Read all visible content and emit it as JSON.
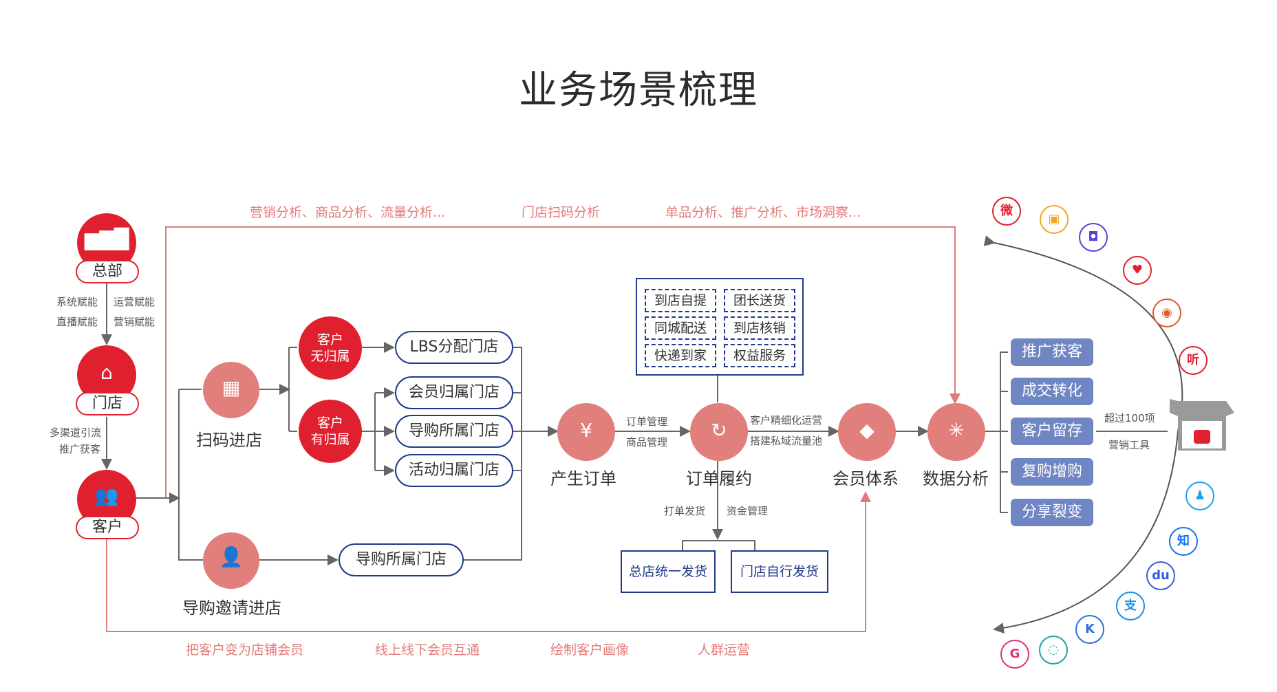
{
  "title": "业务场景梳理",
  "hierarchy": {
    "hq": "总部",
    "store": "门店",
    "customer": "客户",
    "hq_to_store_left": [
      "系统赋能",
      "直播赋能"
    ],
    "hq_to_store_right": [
      "运营赋能",
      "营销赋能"
    ],
    "store_to_customer": [
      "多渠道引流",
      "推广获客"
    ]
  },
  "top_annotations": [
    "营销分析、商品分析、流量分析...",
    "门店扫码分析",
    "单品分析、推广分析、市场洞察..."
  ],
  "bottom_annotations": [
    "把客户变为店铺会员",
    "线上线下会员互通",
    "绘制客户画像",
    "人群运营"
  ],
  "entry": {
    "scan": "扫码进店",
    "invite": "导购邀请进店",
    "no_owner": [
      "客户",
      "无归属"
    ],
    "has_owner": [
      "客户",
      "有归属"
    ]
  },
  "assign": {
    "lbs": "LBS分配门店",
    "member": "会员归属门店",
    "guide": "导购所属门店",
    "activity": "活动归属门店",
    "invite_store": "导购所属门店"
  },
  "flow": {
    "order": "产生订单",
    "fulfill": "订单履约",
    "member": "会员体系",
    "analysis": "数据分析",
    "order_notes": [
      "订单管理",
      "商品管理"
    ],
    "fulfill_notes": [
      "客户精细化运营",
      "搭建私域流量池"
    ],
    "below_notes": [
      "打单发货",
      "资金管理"
    ]
  },
  "delivery_modes": [
    "到店自提",
    "团长送货",
    "同城配送",
    "到店核销",
    "快递到家",
    "权益服务"
  ],
  "shipping": [
    "总店统一发货",
    "门店自行发货"
  ],
  "channels": [
    "推广获客",
    "成交转化",
    "客户留存",
    "复购增购",
    "分享裂变"
  ],
  "tools": [
    "超过100项",
    "营销工具"
  ],
  "platform_icons": [
    {
      "name": "weibo-icon",
      "color": "#e0202e",
      "glyph": "微"
    },
    {
      "name": "app-icon",
      "color": "#f5a623",
      "glyph": "▣"
    },
    {
      "name": "chat-icon",
      "color": "#5b3fd6",
      "glyph": "◘"
    },
    {
      "name": "heart-icon",
      "color": "#e0202e",
      "glyph": "♥"
    },
    {
      "name": "owl-icon",
      "color": "#e05a2a",
      "glyph": "◉"
    },
    {
      "name": "listen-icon",
      "color": "#e0202e",
      "glyph": "听"
    },
    {
      "name": "qq-icon",
      "color": "#1aa3e8",
      "glyph": "♟"
    },
    {
      "name": "zhihu-icon",
      "color": "#1772f6",
      "glyph": "知"
    },
    {
      "name": "baidu-icon",
      "color": "#2e5de0",
      "glyph": "du"
    },
    {
      "name": "alipay-icon",
      "color": "#1a8fe3",
      "glyph": "支"
    },
    {
      "name": "k-icon",
      "color": "#2e6fe0",
      "glyph": "K"
    },
    {
      "name": "bubble-icon",
      "color": "#1aa3a8",
      "glyph": "◌"
    },
    {
      "name": "swirl-icon",
      "color": "#e0307a",
      "glyph": "G"
    }
  ],
  "colors": {
    "red": "#e0202e",
    "pink": "#e17f7d",
    "navy": "#1f3a8a",
    "channel": "#6f86c2",
    "line": "#666666",
    "loop": "#e27b77"
  }
}
